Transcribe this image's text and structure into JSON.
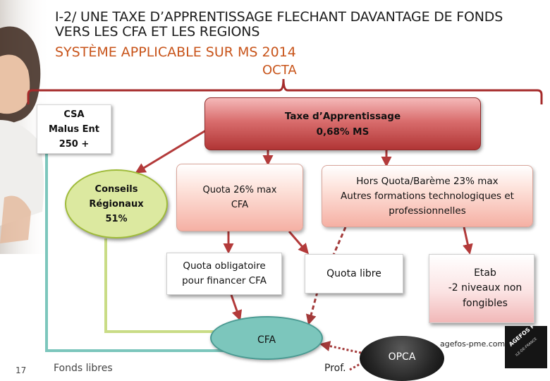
{
  "header": {
    "title": "I-2/ UNE TAXE D’APPRENTISSAGE FLECHANT DAVANTAGE DE FONDS VERS LES CFA ET LES REGIONS",
    "subtitle": "SYSTÈME APPLICABLE SUR MS 2014",
    "octa_label": "OCTA"
  },
  "nodes": {
    "csa": [
      "CSA",
      "Malus Ent",
      "250 +"
    ],
    "taxe": [
      "Taxe d’Apprentissage",
      "0,68% MS"
    ],
    "conseils": [
      "Conseils",
      "Régionaux",
      "51%"
    ],
    "quota26": [
      "Quota 26% max",
      "CFA"
    ],
    "hors_quota": [
      "Hors Quota/Barème 23% max",
      "Autres formations technologiques et",
      "professionnelles"
    ],
    "quota_obligatoire": [
      "Quota obligatoire",
      "pour financer CFA"
    ],
    "quota_libre": "Quota libre",
    "etab": [
      "Etab",
      "-2 niveaux non",
      "fongibles"
    ],
    "cfa": "CFA",
    "opca": "OPCA",
    "prof": "Prof."
  },
  "footer": {
    "page_number": "17",
    "fonds_libres": "Fonds libres",
    "website": "agefos-pme.com",
    "logo_text": "AGEFOS PME",
    "logo_subtext": "ILE-DE-FRANCE"
  },
  "colors": {
    "accent_orange": "#c8541a",
    "arrow_red": "#b33a3a",
    "bracket_red": "#a52a2a",
    "green_line": "#c9dc86",
    "teal_line": "#7cc6bc",
    "taxe_fill": "#d96d6d",
    "conseils_fill": "#dce9a0",
    "cfa_fill": "#7cc6bc"
  }
}
